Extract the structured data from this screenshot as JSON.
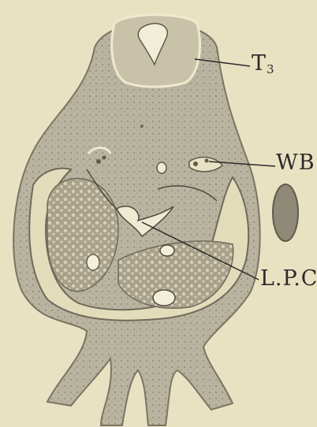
{
  "figure": {
    "labels": {
      "t3_main": "T",
      "t3_sub": "3",
      "wb": "WB",
      "lpc": "L.P.C"
    }
  },
  "colors": {
    "paper": "#e9e2c2",
    "tissue": "#b9b49f",
    "tissue_dark": "#8f8a78",
    "ink": "#2a2a2a",
    "light": "#efe9d0"
  }
}
